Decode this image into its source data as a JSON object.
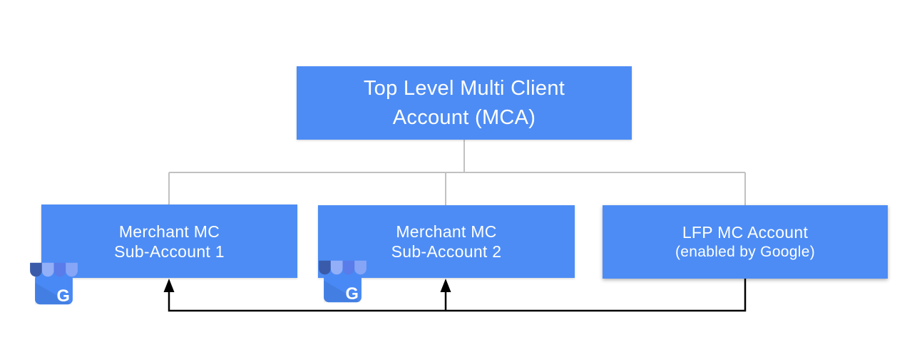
{
  "nodes": {
    "root": {
      "line1": "Top Level Multi Client",
      "line2": "Account (MCA)"
    },
    "sub1": {
      "line1": "Merchant MC",
      "line2": "Sub-Account 1"
    },
    "sub2": {
      "line1": "Merchant MC",
      "line2": "Sub-Account 2"
    },
    "lfp": {
      "line1": "LFP MC Account",
      "line2": "(enabled by Google)"
    }
  },
  "icons": {
    "business_profile": "google-business-profile-storefront-icon",
    "g_letter": "G"
  },
  "colors": {
    "box_fill": "#4D8CF5",
    "box_text": "#FFFFFF",
    "connector_gray": "#C1C1C1",
    "arrow_black": "#000000",
    "gmb_body": "#4989F5",
    "gmb_fold": "rgba(0,0,0,0.07)",
    "gmb_awning": [
      "#3A5BA9",
      "#92AFF7",
      "#5A7BEA",
      "#86A5F6"
    ],
    "gmb_letter": "#FFFFFF"
  }
}
